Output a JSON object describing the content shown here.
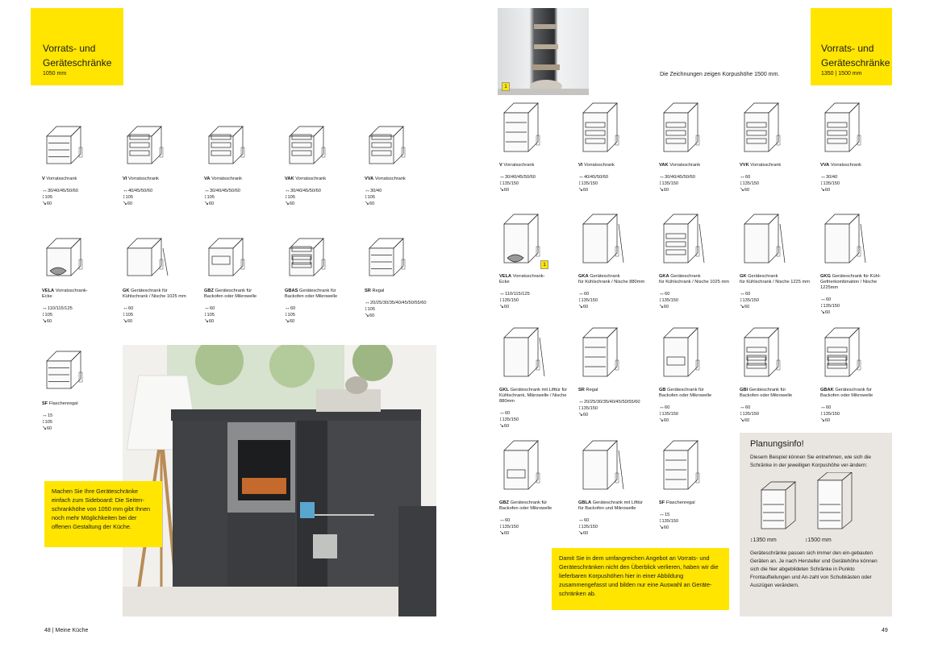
{
  "left_header": {
    "title1": "Vorrats- und",
    "title2": "Geräteschränke",
    "sub": "1050 mm"
  },
  "right_header": {
    "title1": "Vorrats- und",
    "title2": "Geräteschränke",
    "sub": "1350 | 1500 mm"
  },
  "drawing_note": "Die Zeichnungen zeigen Korpushöhe 1500 mm.",
  "left_items": [
    {
      "code": "V",
      "name": "Vorratsschrank",
      "name2": "",
      "w": "30/40/45/50/60",
      "h": "105",
      "d": "60",
      "icon": "tall-shelf-icon"
    },
    {
      "code": "VI",
      "name": "Vorratsschrank",
      "name2": "",
      "w": "40/45/50/60",
      "h": "105",
      "d": "60",
      "icon": "inner-drawer-icon"
    },
    {
      "code": "VA",
      "name": "Vorratsschrank",
      "name2": "",
      "w": "30/40/45/50/60",
      "h": "105",
      "d": "60",
      "icon": "pullout-icon"
    },
    {
      "code": "VAK",
      "name": "Vorratsschrank",
      "name2": "",
      "w": "30/40/45/50/60",
      "h": "105",
      "d": "60",
      "icon": "drawer-stack-icon"
    },
    {
      "code": "VVA",
      "name": "Vorratsschrank",
      "name2": "",
      "w": "30/40",
      "h": "105",
      "d": "60",
      "icon": "narrow-pullout-icon"
    },
    {
      "code": "VELA",
      "name": "Vorratsschrank-",
      "name2": "Ecke",
      "w": "110/115/125",
      "h": "105",
      "d": "60",
      "icon": "corner-icon"
    },
    {
      "code": "GK",
      "name": "Geräteschrank für",
      "name2": "Kühlschrank / Nische 1025 mm",
      "w": "60",
      "h": "105",
      "d": "60",
      "icon": "fridge-icon"
    },
    {
      "code": "GBZ",
      "name": "Geräteschrank für",
      "name2": "Backofen oder Mikrowelle",
      "w": "60",
      "h": "105",
      "d": "60",
      "icon": "oven-icon"
    },
    {
      "code": "GBAS",
      "name": "Geräteschrank für",
      "name2": "Backofen oder Mikrowelle",
      "w": "60",
      "h": "105",
      "d": "60",
      "icon": "oven-drawers-icon"
    },
    {
      "code": "SR",
      "name": "Regal",
      "name2": "",
      "w": "20/25/30/35/40/45/50/55/60",
      "h": "105",
      "d": "60",
      "icon": "open-shelf-icon"
    },
    {
      "code": "SF",
      "name": "Flaschenregal",
      "name2": "",
      "w": "15",
      "h": "105",
      "d": "60",
      "icon": "bottle-rack-icon"
    }
  ],
  "right_items": [
    {
      "code": "V",
      "name": "Vorratsschrank",
      "name2": "",
      "w": "30/40/45/50/60",
      "h": "135/150",
      "d": "60",
      "icon": "tall-shelf-icon"
    },
    {
      "code": "VI",
      "name": "Vorratsschrank",
      "name2": "",
      "w": "40/45/50/60",
      "h": "135/150",
      "d": "60",
      "icon": "inner-drawer-icon"
    },
    {
      "code": "VAK",
      "name": "Vorratsschrank",
      "name2": "",
      "w": "30/40/45/50/60",
      "h": "135/150",
      "d": "60",
      "icon": "drawer-stack-icon"
    },
    {
      "code": "VVK",
      "name": "Vorratsschrank",
      "name2": "",
      "w": "60",
      "h": "135/150",
      "d": "60",
      "icon": "wire-baskets-icon"
    },
    {
      "code": "VVA",
      "name": "Vorratsschrank",
      "name2": "",
      "w": "30/40",
      "h": "135/150",
      "d": "60",
      "icon": "narrow-pullout-icon"
    },
    {
      "code": "VELA",
      "name": "Vorratsschrank-",
      "name2": "Ecke",
      "w": "110/115/125",
      "h": "135/150",
      "d": "60",
      "icon": "corner-icon"
    },
    {
      "code": "GKA",
      "name": "Geräteschrank",
      "name2": "für Kühlschrank / Nische 880mm",
      "w": "60",
      "h": "135/150",
      "d": "60",
      "icon": "fridge-icon"
    },
    {
      "code": "GKA",
      "name": "Geräteschrank",
      "name2": "für Kühlschrank / Nische 1025 mm",
      "w": "60",
      "h": "135/150",
      "d": "60",
      "icon": "fridge-drawer-icon"
    },
    {
      "code": "GK",
      "name": "Geräteschrank",
      "name2": "für Kühlschrank / Nische 1225 mm",
      "w": "60",
      "h": "135/150",
      "d": "60",
      "icon": "fridge-tall-icon"
    },
    {
      "code": "GKG",
      "name": "Geräteschrank für Kühl-",
      "name2": "Gefrierkombination / Nische 1225mm",
      "w": "60",
      "h": "135/150",
      "d": "60",
      "icon": "fridge-freezer-icon"
    },
    {
      "code": "GKL",
      "name": "Geräteschrank mit Lifttür für",
      "name2": "Kühlschrank, Mikrowelle / Nische 880mm",
      "w": "60",
      "h": "135/150",
      "d": "60",
      "icon": "lift-door-icon"
    },
    {
      "code": "SR",
      "name": "Regal",
      "name2": "",
      "w": "20/25/30/35/40/45/50/55/60",
      "h": "135/150",
      "d": "60",
      "icon": "open-shelf-icon"
    },
    {
      "code": "GB",
      "name": "Geräteschrank für",
      "name2": "Backofen oder Mikrowelle",
      "w": "60",
      "h": "135/150",
      "d": "60",
      "icon": "oven-icon"
    },
    {
      "code": "GBI",
      "name": "Geräteschrank für",
      "name2": "Backofen oder Mikrowelle",
      "w": "60",
      "h": "135/150",
      "d": "60",
      "icon": "oven-drawers-icon"
    },
    {
      "code": "GBAK",
      "name": "Geräteschrank für",
      "name2": "Backofen oder Mikrowelle",
      "w": "60",
      "h": "135/150",
      "d": "60",
      "icon": "oven-drawers-icon"
    },
    {
      "code": "GBZ",
      "name": "Geräteschrank für",
      "name2": "Backofen oder Mikrowelle",
      "w": "60",
      "h": "135/150",
      "d": "60",
      "icon": "oven-icon"
    },
    {
      "code": "GBLA",
      "name": "Geräteschrank mit Lifttür",
      "name2": "für Backofen und Mikrowelle",
      "w": "60",
      "h": "135/150",
      "d": "60",
      "icon": "lift-door-icon"
    },
    {
      "code": "SF",
      "name": "Flaschenregal",
      "name2": "",
      "w": "15",
      "h": "135/150",
      "d": "60",
      "icon": "bottle-rack-icon"
    }
  ],
  "left_callout": "Machen Sie Ihre Geräteschränke einfach zum Sideboard: Die Seiten-schrankhöhe von 1050 mm gibt Ihnen noch mehr Möglichkeiten bei der offenen Gestaltung der Küche.",
  "right_callout": "Damit Sie in dem umfangreichen Angebot an Vorrats- und Geräteschränken nicht den Überblick verlieren, haben wir die lieferbaren Korpushöhen hier in einer Abbildung zusammengefasst und bilden nur eine Auswahl an Geräte-schränken ab.",
  "planung": {
    "title": "Planungsinfo!",
    "text1": "Diesem Beispiel können Sie entnehmen, wie sich die Schränke in der jeweiligen Korpushöhe ver-ändern:",
    "h1": "1350 mm",
    "h2": "1500 mm",
    "text2": "Geräteschränke passen sich immer den ein-gebauten Geräten an. Je nach Hersteller und Gerätehöhe können sich die hier abgebildeten Schränke in Punkto Frontaufteilungen und An-zahl von Schubkästen oder Auszügen verändern."
  },
  "badge": "1",
  "footer_left": "48 | Meine Küche",
  "footer_right": "49",
  "colors": {
    "accent": "#ffe500",
    "planung_bg": "#e9e6e1",
    "cabinet_dark": "#3b3d40"
  }
}
